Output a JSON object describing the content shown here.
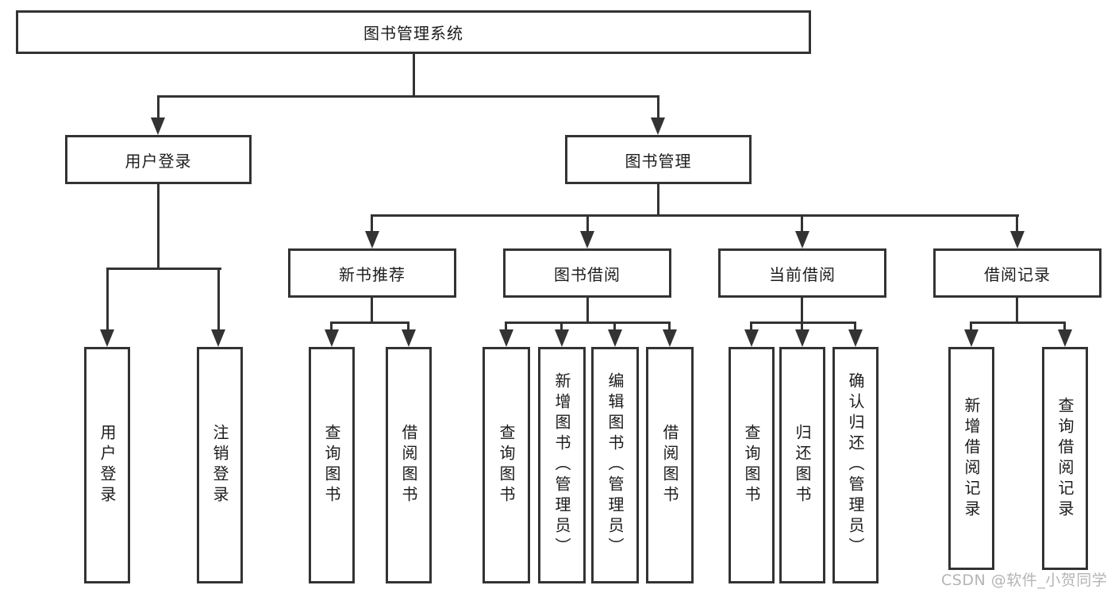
{
  "tree": {
    "label": "图书管理系统",
    "children": [
      {
        "label": "用户登录",
        "children": [
          {
            "label": "用户登录"
          },
          {
            "label": "注销登录"
          }
        ]
      },
      {
        "label": "图书管理",
        "children": [
          {
            "label": "新书推荐",
            "children": [
              {
                "label": "查询图书"
              },
              {
                "label": "借阅图书"
              }
            ]
          },
          {
            "label": "图书借阅",
            "children": [
              {
                "label": "查询图书"
              },
              {
                "label": "新增图书（管理员）"
              },
              {
                "label": "编辑图书（管理员）"
              },
              {
                "label": "借阅图书"
              }
            ]
          },
          {
            "label": "当前借阅",
            "children": [
              {
                "label": "查询图书"
              },
              {
                "label": "归还图书"
              },
              {
                "label": "确认归还（管理员）"
              }
            ]
          },
          {
            "label": "借阅记录",
            "children": [
              {
                "label": "新增借阅记录"
              },
              {
                "label": "查询借阅记录"
              }
            ]
          }
        ]
      }
    ]
  },
  "watermark": {
    "text": "CSDN @软件_小贺同学"
  },
  "colors": {
    "line": "#333333",
    "text": "#1c1c1c",
    "watermark": "#b4b4b4",
    "background": "#ffffff"
  }
}
